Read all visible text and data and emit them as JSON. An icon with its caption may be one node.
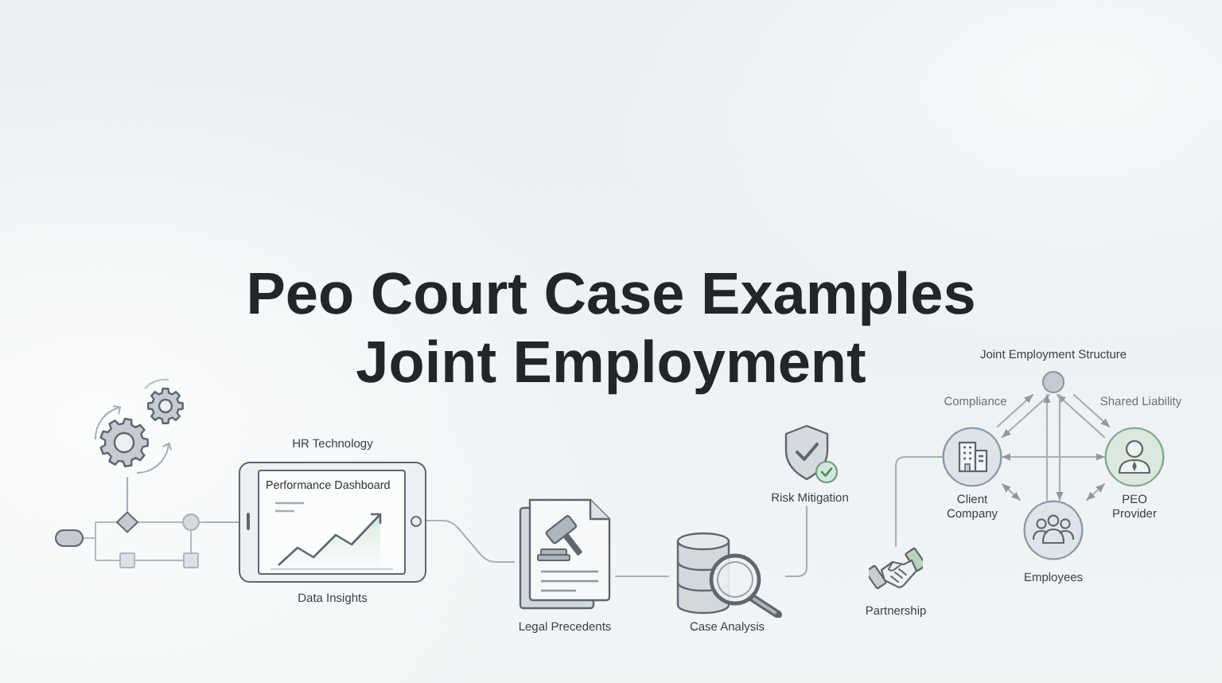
{
  "diagram": {
    "title": "Peo Court Case Examples Joint Employment",
    "nodes": [
      {
        "text": [],
        "shape": "picture"
      },
      {
        "text": [],
        "shape": "picture"
      },
      {
        "text": [
          "HR Technology",
          "Performance Dashboard"
        ],
        "beside": [
          "Data Insights"
        ]
      },
      {
        "text": [
          "Legal Precedents"
        ]
      },
      {
        "text": [
          "Case Analysis"
        ]
      },
      {
        "text": [
          "Risk Mitigation"
        ]
      },
      {
        "text": [
          "Partnership"
        ]
      },
      {
        "text": [
          "Joint Employment Structure"
        ]
      },
      {
        "text": [
          "Client Company"
        ]
      },
      {
        "text": [
          "PEO Provider"
        ]
      },
      {
        "text": [
          "Employees"
        ]
      }
    ],
    "edges": [
      {
        "from": 0,
        "to": 1,
        "arrow": "none"
      },
      {
        "from": 1,
        "to": 2,
        "arrow": "none"
      },
      {
        "from": 2,
        "to": 3,
        "arrow": "none"
      },
      {
        "from": 3,
        "to": 4,
        "arrow": "none"
      },
      {
        "from": 4,
        "to": 5,
        "arrow": "none"
      },
      {
        "from": 6,
        "to": 8,
        "arrow": "none"
      },
      {
        "from": 7,
        "to": 8,
        "arrow": "to"
      },
      {
        "from": 8,
        "to": 7,
        "arrow": "to",
        "label": "Compliance"
      },
      {
        "from": 7,
        "to": 9,
        "arrow": "to",
        "label": "Shared Liability"
      },
      {
        "from": 9,
        "to": 7,
        "arrow": "to"
      },
      {
        "from": 7,
        "to": 10,
        "arrow": "to"
      },
      {
        "from": 10,
        "to": 7,
        "arrow": "to"
      },
      {
        "from": 8,
        "to": 9,
        "arrow": "both"
      },
      {
        "from": 8,
        "to": 10,
        "arrow": "both"
      },
      {
        "from": 9,
        "to": 10,
        "arrow": "both"
      }
    ]
  }
}
